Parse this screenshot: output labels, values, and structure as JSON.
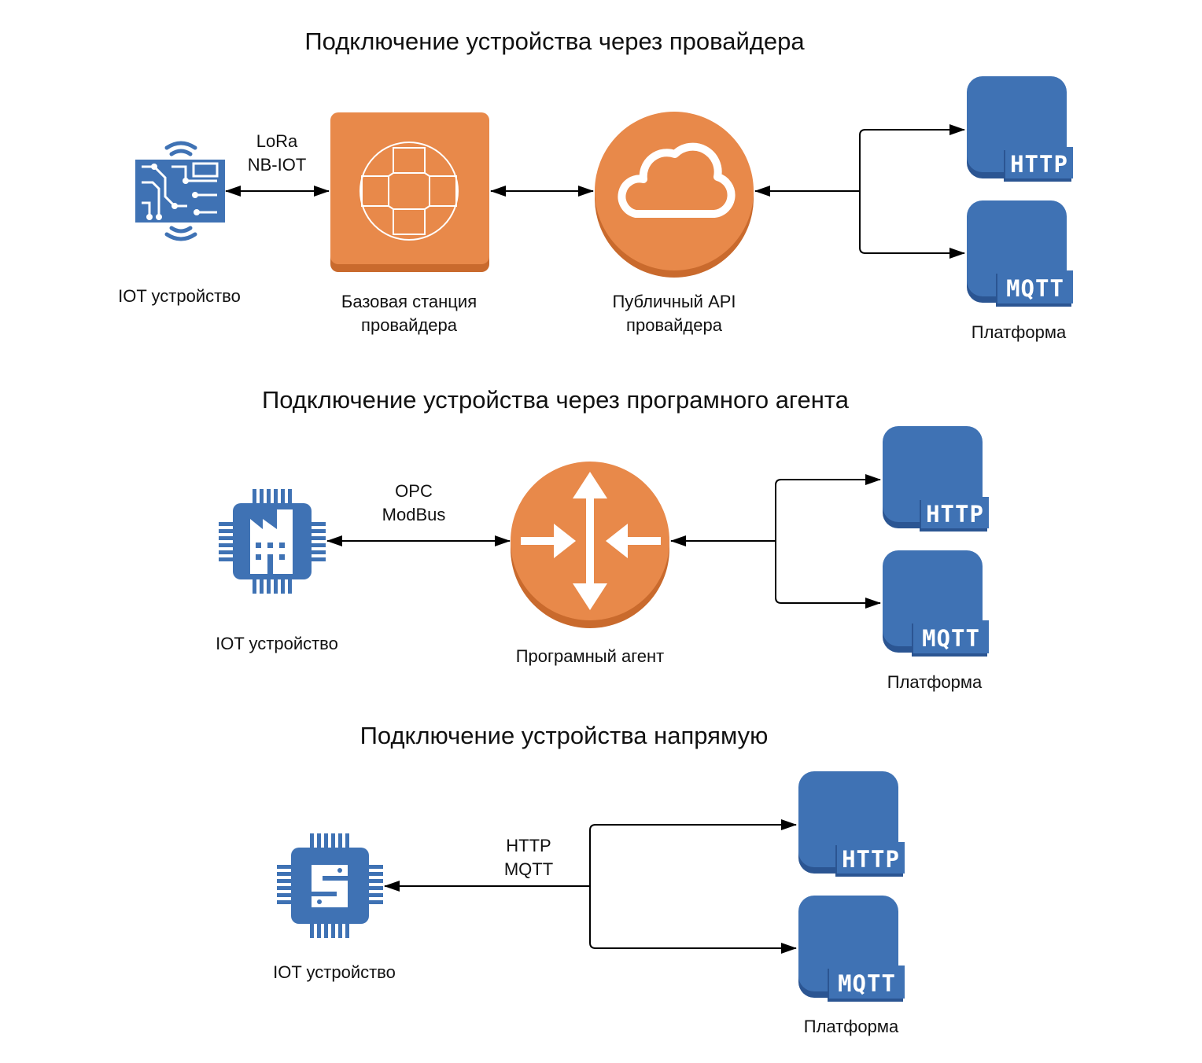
{
  "colors": {
    "blue": "#3f72b4",
    "blue_dark": "#2b5592",
    "orange": "#e8894a",
    "orange_dark": "#c96a2d"
  },
  "sections": [
    {
      "title": "Подключение устройства через провайдера",
      "device": {
        "label": "IOT устройство",
        "icon": "circuit-board-wireless-icon"
      },
      "link_label": [
        "LoRa",
        "NB-IOT"
      ],
      "base_station": {
        "label": [
          "Базовая станция",
          "провайдера"
        ],
        "icon": "base-station-icon"
      },
      "api": {
        "label": [
          "Публичный API",
          "провайдера"
        ],
        "icon": "cloud-icon"
      },
      "platform": {
        "label": "Платформа",
        "badges": [
          "HTTP",
          "MQTT"
        ]
      }
    },
    {
      "title": "Подключение устройства через програмного агента",
      "device": {
        "label": "IOT устройство",
        "icon": "factory-chip-icon"
      },
      "link_label": [
        "OPC",
        "ModBus"
      ],
      "agent": {
        "label": "Програмный агент",
        "icon": "router-icon"
      },
      "platform": {
        "label": "Платформа",
        "badges": [
          "HTTP",
          "MQTT"
        ]
      }
    },
    {
      "title": "Подключение устройства напрямую",
      "device": {
        "label": "IOT устройство",
        "icon": "chip-icon"
      },
      "link_label": [
        "HTTP",
        "MQTT"
      ],
      "platform": {
        "label": "Платформа",
        "badges": [
          "HTTP",
          "MQTT"
        ]
      }
    }
  ]
}
